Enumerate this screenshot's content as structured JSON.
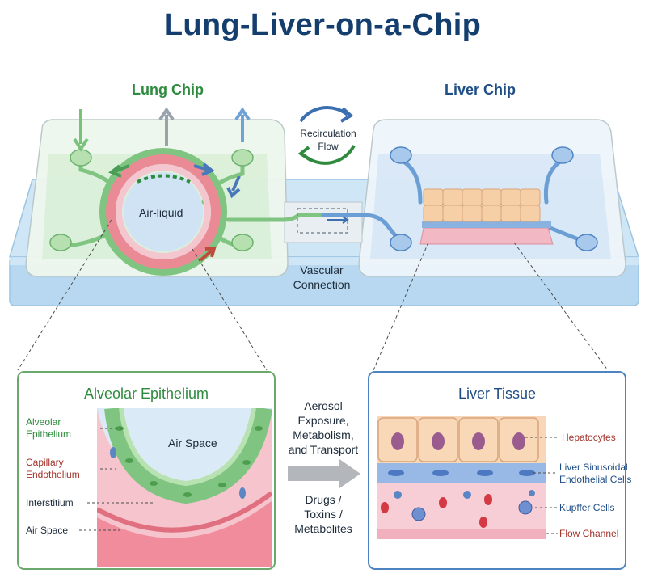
{
  "title": "Lung-Liver-on-a-Chip",
  "lung_chip": {
    "heading": "Lung Chip",
    "center_label": "Air-liquid"
  },
  "liver_chip": {
    "heading": "Liver Chip"
  },
  "recirculation": {
    "line1": "Recirculation",
    "line2": "Flow"
  },
  "vascular": {
    "line1": "Vascular",
    "line2": "Connection"
  },
  "alveolar_panel": {
    "heading": "Alveolar Epithelium",
    "air_space_top": "Air Space",
    "labels": [
      {
        "text1": "Alveolar",
        "text2": "Epithelium",
        "color": "#2e8b3e"
      },
      {
        "text1": "Capillary",
        "text2": "Endothelium",
        "color": "#a3322a"
      },
      {
        "text1": "Interstitium",
        "text2": "",
        "color": "#1d2b3a"
      },
      {
        "text1": "Air Space",
        "text2": "",
        "color": "#1d2b3a"
      }
    ]
  },
  "middle_text": {
    "top": [
      "Aerosol",
      "Exposure,",
      "Metabolism,",
      "and Transport"
    ],
    "bottom": [
      "Drugs /",
      "Toxins /",
      "Metabolites"
    ]
  },
  "liver_panel": {
    "heading": "Liver Tissue",
    "labels": [
      {
        "text1": "Hepatocytes",
        "text2": "",
        "color": "#a3322a"
      },
      {
        "text1": "Liver Sinusoidal",
        "text2": "Endothelial Cells",
        "color": "#1f4e86"
      },
      {
        "text1": "Kupffer Cells",
        "text2": "",
        "color": "#1f4e86"
      },
      {
        "text1": "Flow Channel",
        "text2": "",
        "color": "#a3322a"
      }
    ]
  },
  "colors": {
    "title": "#143e6e",
    "lung_green": "#2e8b3e",
    "liver_blue": "#1f4e86",
    "base_plate": "#bcdcf2",
    "capillary_red": "#a3322a"
  }
}
